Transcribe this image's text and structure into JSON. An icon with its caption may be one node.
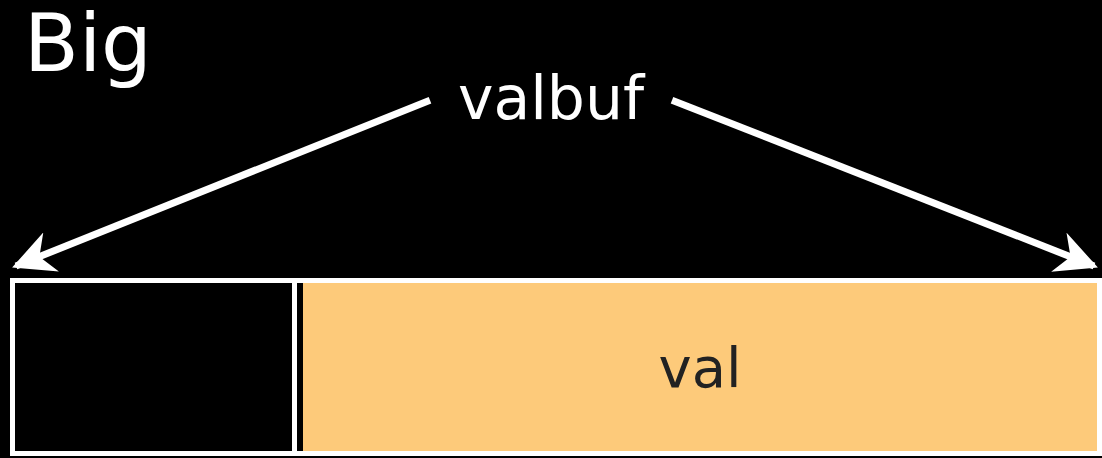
{
  "diagram": {
    "title": "Big",
    "nodes": [
      {
        "text": [
          "valbuf"
        ]
      },
      {
        "text": [],
        "shape": "box"
      },
      {
        "text": [],
        "shape": "box",
        "in": 1
      },
      {
        "text": [
          "val"
        ],
        "in": 1
      }
    ],
    "edges": [
      {
        "from": 0,
        "to": 1,
        "arrow": "to"
      },
      {
        "from": 0,
        "to": 1,
        "arrow": "to"
      }
    ]
  }
}
